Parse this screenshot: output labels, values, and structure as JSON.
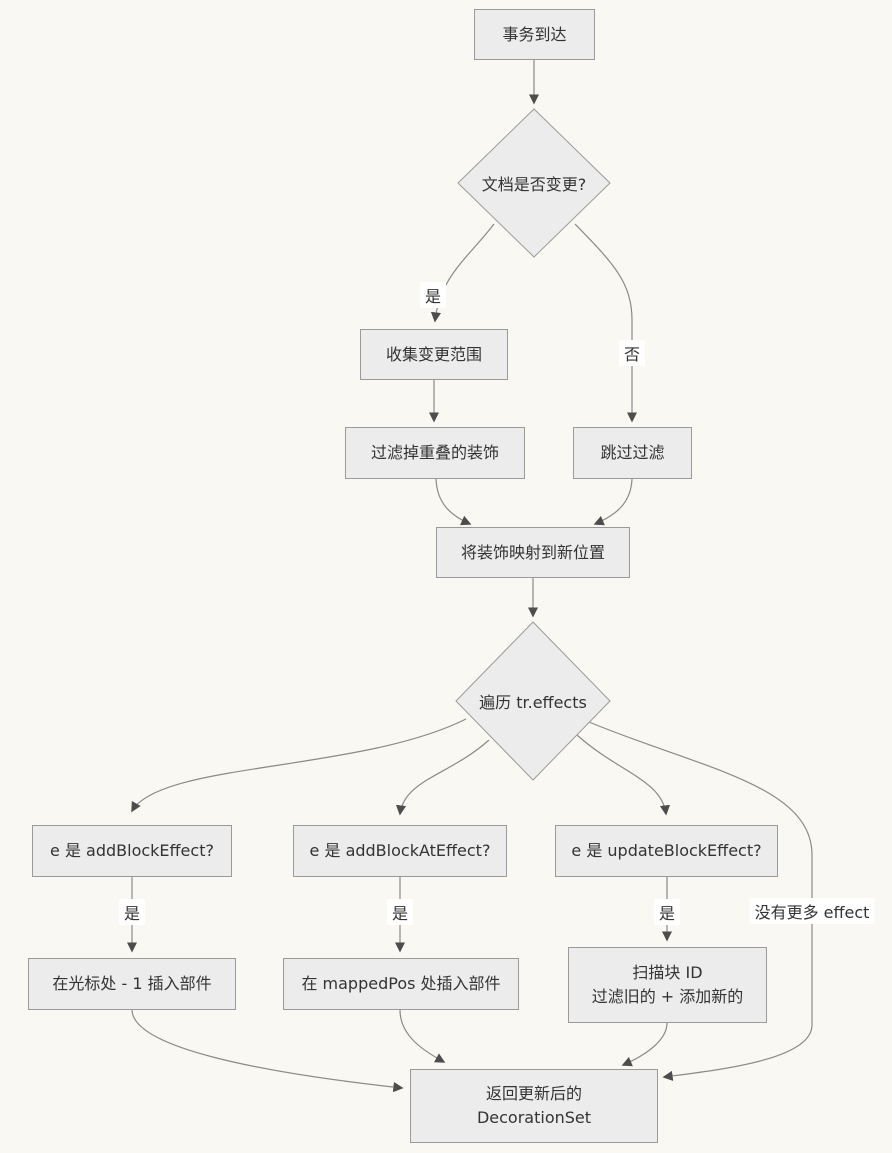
{
  "diagram": {
    "type": "flowchart",
    "direction": "top-down",
    "colors": {
      "background": "#faf8f2",
      "node_fill": "#ececec",
      "node_border": "#9a9a9a",
      "edge_line": "#8a8a8a",
      "arrowhead": "#4d4d4d",
      "text": "#333333",
      "edge_label_background": "#ffffff"
    },
    "nodes": {
      "start": {
        "shape": "rect",
        "label": "事务到达"
      },
      "doc_changed": {
        "shape": "diamond",
        "label": "文档是否变更?"
      },
      "collect_ranges": {
        "shape": "rect",
        "label": "收集变更范围"
      },
      "filter_overlap": {
        "shape": "rect",
        "label": "过滤掉重叠的装饰"
      },
      "skip_filter": {
        "shape": "rect",
        "label": "跳过过滤"
      },
      "map_decorations": {
        "shape": "rect",
        "label": "将装饰映射到新位置"
      },
      "iterate_effects": {
        "shape": "diamond",
        "label": "遍历 tr.effects"
      },
      "is_add_block": {
        "shape": "rect",
        "label": "e 是 addBlockEffect?"
      },
      "is_add_block_at": {
        "shape": "rect",
        "label": "e 是 addBlockAtEffect?"
      },
      "is_update_block": {
        "shape": "rect",
        "label": "e 是 updateBlockEffect?"
      },
      "insert_at_cursor": {
        "shape": "rect",
        "label": "在光标处 - 1 插入部件"
      },
      "insert_at_mapped": {
        "shape": "rect",
        "label": "在 mappedPos 处插入部件"
      },
      "scan_block": {
        "shape": "rect",
        "line1": "扫描块 ID",
        "line2": "过滤旧的 + 添加新的"
      },
      "return_set": {
        "shape": "rect",
        "line1": "返回更新后的",
        "line2": "DecorationSet"
      }
    },
    "edge_labels": {
      "yes_doc_changed": "是",
      "no_doc_changed": "否",
      "yes_add_block": "是",
      "yes_add_block_at": "是",
      "yes_update_block": "是",
      "no_more_effects": "没有更多 effect"
    }
  }
}
